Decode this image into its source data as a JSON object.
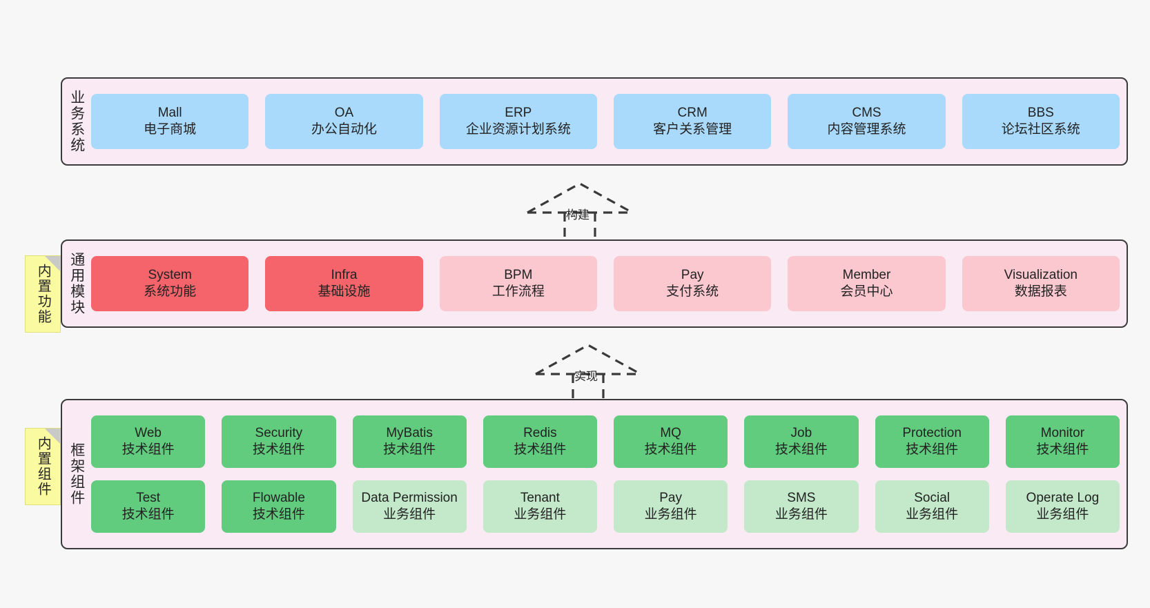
{
  "diagram": {
    "background_color": "#f7f7f7",
    "panel_color": "#f9eaf4",
    "panel_border_color": "#3a3a3a",
    "note_color": "#fafaa0"
  },
  "sections": {
    "business": {
      "title": "业务系统",
      "cards": [
        {
          "name": "Mall",
          "desc": "电子商城",
          "color": "#aadafb"
        },
        {
          "name": "OA",
          "desc": "办公自动化",
          "color": "#aadafb"
        },
        {
          "name": "ERP",
          "desc": "企业资源计划系统",
          "color": "#aadafb"
        },
        {
          "name": "CRM",
          "desc": "客户关系管理",
          "color": "#aadafb"
        },
        {
          "name": "CMS",
          "desc": "内容管理系统",
          "color": "#aadafb"
        },
        {
          "name": "BBS",
          "desc": "论坛社区系统",
          "color": "#aadafb"
        }
      ]
    },
    "common": {
      "title": "通用模块",
      "note": "内置功能",
      "cards": [
        {
          "name": "System",
          "desc": "系统功能",
          "color": "#f4646a"
        },
        {
          "name": "Infra",
          "desc": "基础设施",
          "color": "#f4646a"
        },
        {
          "name": "BPM",
          "desc": "工作流程",
          "color": "#fbc8d0"
        },
        {
          "name": "Pay",
          "desc": "支付系统",
          "color": "#fbc8d0"
        },
        {
          "name": "Member",
          "desc": "会员中心",
          "color": "#fbc8d0"
        },
        {
          "name": "Visualization",
          "desc": "数据报表",
          "color": "#fbc8d0"
        }
      ]
    },
    "framework": {
      "title": "框架组件",
      "note": "内置组件",
      "row1": [
        {
          "name": "Web",
          "desc": "技术组件",
          "color": "#61cb7e"
        },
        {
          "name": "Security",
          "desc": "技术组件",
          "color": "#61cb7e"
        },
        {
          "name": "MyBatis",
          "desc": "技术组件",
          "color": "#61cb7e"
        },
        {
          "name": "Redis",
          "desc": "技术组件",
          "color": "#61cb7e"
        },
        {
          "name": "MQ",
          "desc": "技术组件",
          "color": "#61cb7e"
        },
        {
          "name": "Job",
          "desc": "技术组件",
          "color": "#61cb7e"
        },
        {
          "name": "Protection",
          "desc": "技术组件",
          "color": "#61cb7e"
        },
        {
          "name": "Monitor",
          "desc": "技术组件",
          "color": "#61cb7e"
        }
      ],
      "row2": [
        {
          "name": "Test",
          "desc": "技术组件",
          "color": "#61cb7e"
        },
        {
          "name": "Flowable",
          "desc": "技术组件",
          "color": "#61cb7e"
        },
        {
          "name": "Data Permission",
          "desc": "业务组件",
          "color": "#c3e8ca"
        },
        {
          "name": "Tenant",
          "desc": "业务组件",
          "color": "#c3e8ca"
        },
        {
          "name": "Pay",
          "desc": "业务组件",
          "color": "#c3e8ca"
        },
        {
          "name": "SMS",
          "desc": "业务组件",
          "color": "#c3e8ca"
        },
        {
          "name": "Social",
          "desc": "业务组件",
          "color": "#c3e8ca"
        },
        {
          "name": "Operate Log",
          "desc": "业务组件",
          "color": "#c3e8ca"
        }
      ]
    }
  },
  "connectors": [
    {
      "label": "构建",
      "from": "通用模块",
      "to": "业务系统",
      "style": "dashed-generalization"
    },
    {
      "label": "实现",
      "from": "框架组件",
      "to": "通用模块",
      "style": "dashed-generalization"
    }
  ]
}
